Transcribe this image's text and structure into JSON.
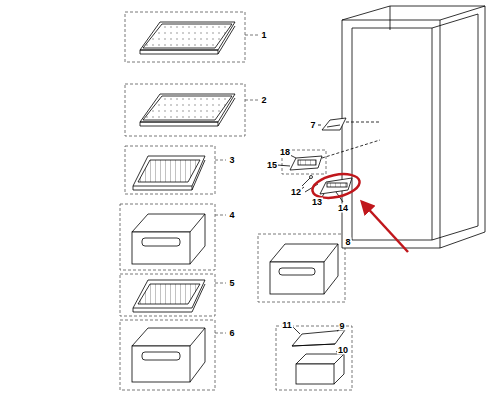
{
  "diagram": {
    "labels": [
      "1",
      "2",
      "3",
      "4",
      "5",
      "6",
      "7",
      "18",
      "15",
      "12",
      "13",
      "14",
      "8",
      "11",
      "9",
      "10"
    ]
  }
}
